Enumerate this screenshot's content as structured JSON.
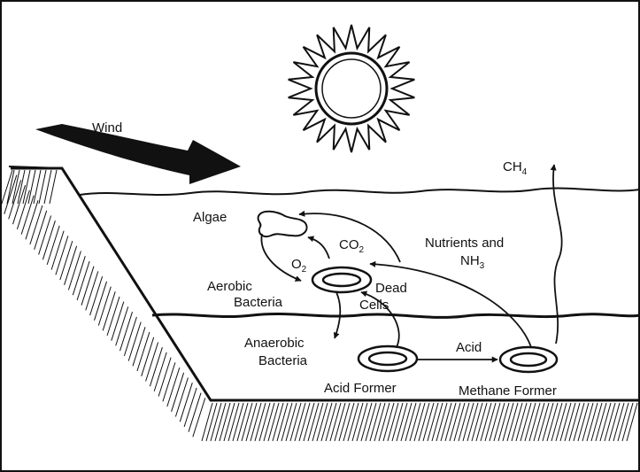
{
  "labels": {
    "wind": "Wind",
    "ch4_main": "CH",
    "ch4_sub": "4",
    "algae": "Algae",
    "co2_main": "CO",
    "co2_sub": "2",
    "o2_main": "O",
    "o2_sub": "2",
    "nutrients_line1": "Nutrients and",
    "nh3_main": "NH",
    "nh3_sub": "3",
    "aerobic_line1": "Aerobic",
    "aerobic_line2": "Bacteria",
    "dead_line1": "Dead",
    "dead_line2": "Cells",
    "anaerobic_line1": "Anaerobic",
    "anaerobic_line2": "Bacteria",
    "acid": "Acid",
    "acid_former": "Acid Former",
    "methane_former": "Methane Former"
  },
  "icons": [
    "sun-icon",
    "wind-arrow-icon"
  ],
  "colors": {
    "ink": "#111111",
    "background": "#ffffff"
  }
}
